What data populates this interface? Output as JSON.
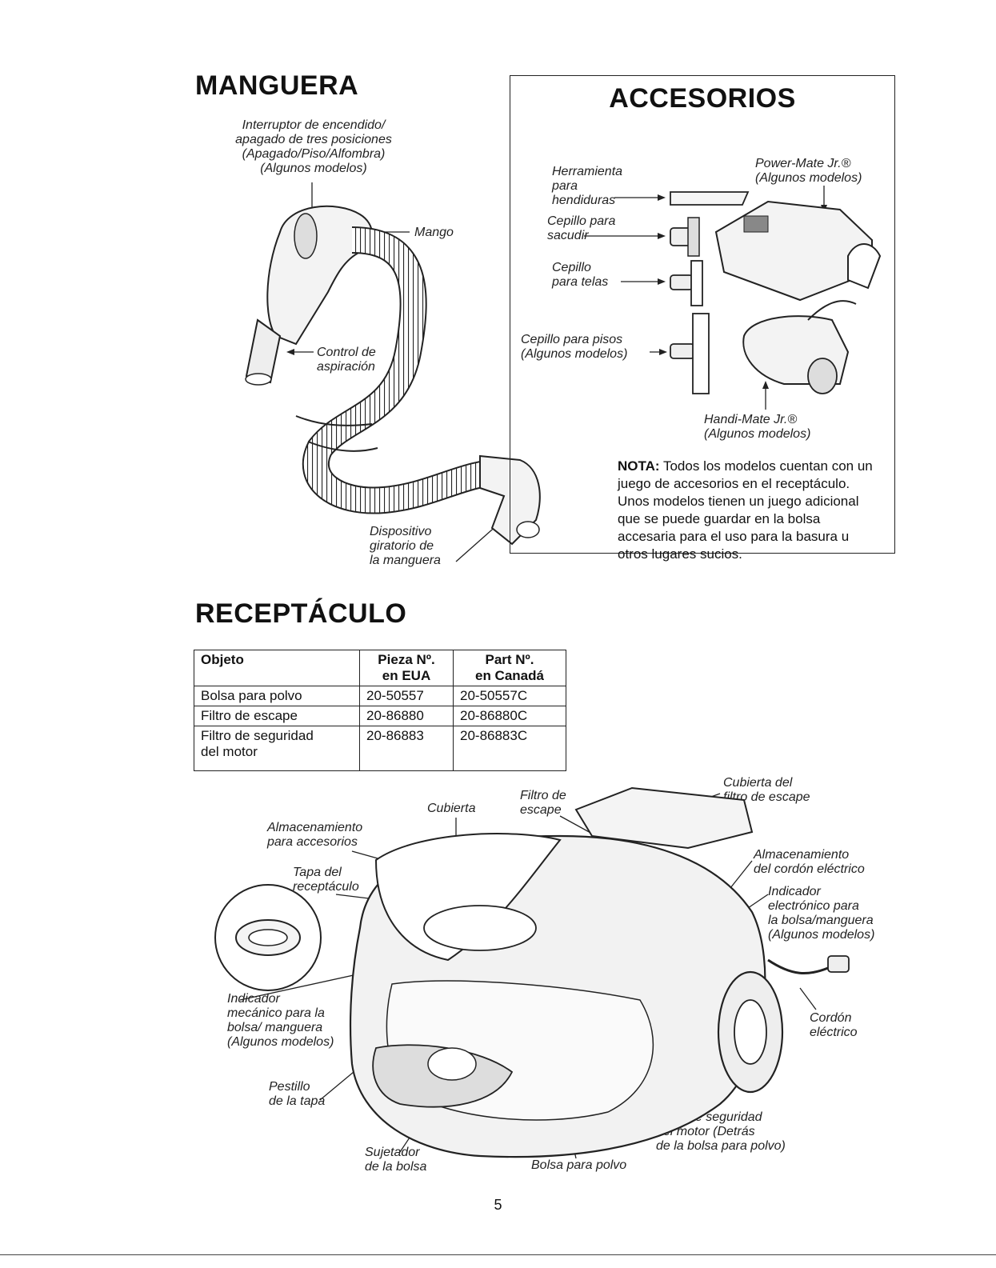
{
  "manguera": {
    "title": "MANGUERA",
    "switch_label": "Interruptor de encendido/\napagado de tres posiciones\n(Apagado/Piso/Alfombra)\n(Algunos modelos)",
    "handle_label": "Mango",
    "suction_label": "Control de\naspiración",
    "swivel_label": "Dispositivo\ngiratorio de\nla manguera"
  },
  "accesorios": {
    "title": "ACCESORIOS",
    "crevice_label": "Herramienta\npara\nhendiduras",
    "dusting_label": "Cepillo para\nsacudir",
    "upholstery_label": "Cepillo\npara telas",
    "floor_label": "Cepillo para pisos\n(Algunos modelos)",
    "powermate_label": "Power-Mate Jr.®\n(Algunos modelos)",
    "handimate_label": "Handi-Mate Jr.®\n(Algunos modelos)",
    "nota_bold": "NOTA:",
    "nota_text": " Todos los modelos cuentan con un juego de accesorios en el receptáculo. Unos modelos tienen un juego adicional que se puede guardar en la bolsa accesaria para el uso para la basura u otros lugares sucios."
  },
  "receptaculo": {
    "title": "RECEPTÁCULO",
    "table": {
      "headers": [
        "Objeto",
        "Pieza Nº.\nen EUA",
        "Part Nº.\nen Canadá"
      ],
      "rows": [
        [
          "Bolsa para polvo",
          "20-50557",
          "20-50557C"
        ],
        [
          "Filtro de escape",
          "20-86880",
          "20-86880C"
        ],
        [
          "Filtro de seguridad\ndel motor",
          "20-86883",
          "20-86883C"
        ]
      ]
    },
    "labels": {
      "cubierta": "Cubierta",
      "filtro_escape": "Filtro de\nescape",
      "cubierta_filtro": "Cubierta del\nfiltro de escape",
      "almacen_acc": "Almacenamiento\npara accesorios",
      "tapa": "Tapa del\nreceptáculo",
      "almacen_cordon": "Almacenamiento\ndel cordón eléctrico",
      "indicador_elec": "Indicador\nelectrónico para\nla bolsa/manguera\n(Algunos modelos)",
      "indicador_mec": "Indicador\nmecánico para la\nbolsa/ manguera\n(Algunos modelos)",
      "cordon": "Cordón\neléctrico",
      "pestillo": "Pestillo\nde la tapa",
      "sujetador": "Sujetador\nde la bolsa",
      "bolsa": "Bolsa para polvo",
      "filtro_seg": "Filtro de seguridad\ndel motor (Detrás\nde la bolsa para polvo)"
    }
  },
  "page_number": "5"
}
